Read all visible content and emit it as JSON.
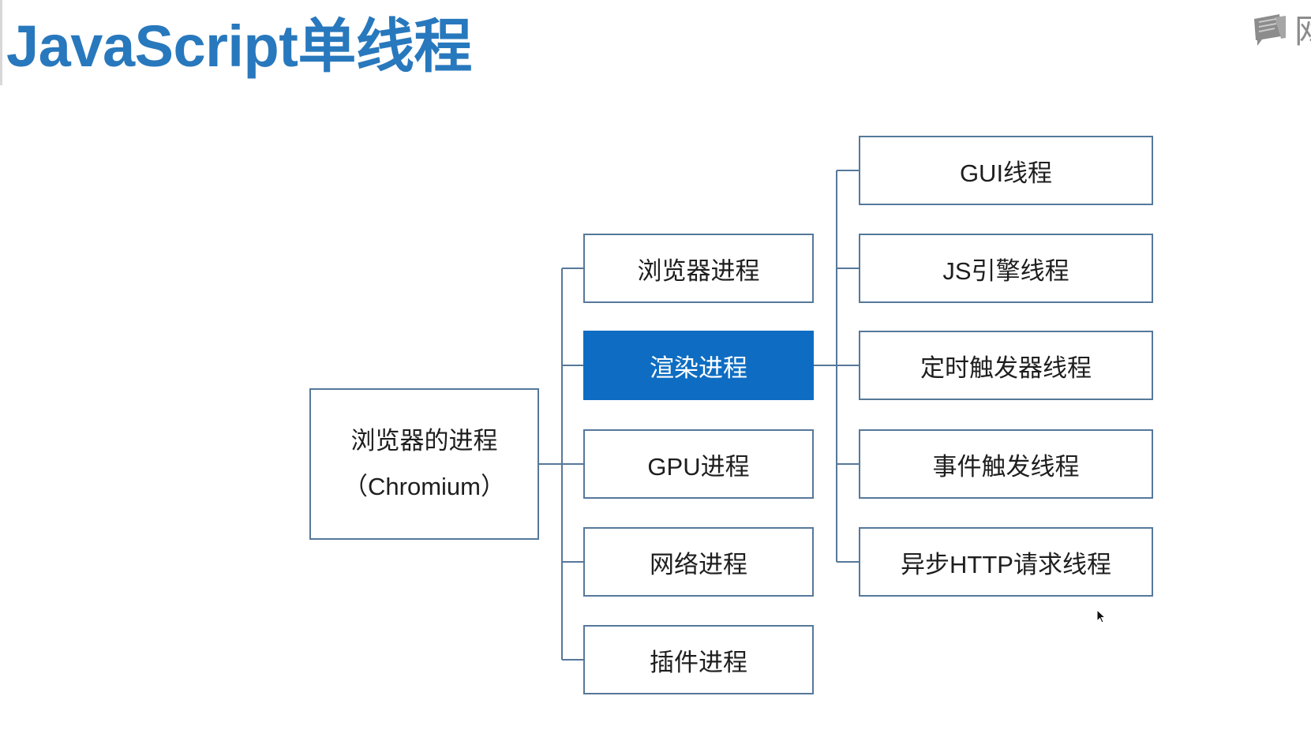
{
  "title": "JavaScript单线程",
  "top_right": {
    "icon": "notes-icon",
    "cut_text": "网"
  },
  "diagram": {
    "root": {
      "line1": "浏览器的进程",
      "line2": "（Chromium）"
    },
    "processes": [
      {
        "label": "浏览器进程",
        "highlighted": false
      },
      {
        "label": "渲染进程",
        "highlighted": true
      },
      {
        "label": "GPU进程",
        "highlighted": false
      },
      {
        "label": "网络进程",
        "highlighted": false
      },
      {
        "label": "插件进程",
        "highlighted": false
      }
    ],
    "threads": [
      {
        "label": "GUI线程"
      },
      {
        "label": "JS引擎线程"
      },
      {
        "label": "定时触发器线程"
      },
      {
        "label": "事件触发线程"
      },
      {
        "label": "异步HTTP请求线程"
      }
    ]
  },
  "colors": {
    "title": "#2878bd",
    "highlight": "#0e6dc2",
    "border": "#56789a",
    "line": "#56789a",
    "icon": "#8c8c8c"
  }
}
